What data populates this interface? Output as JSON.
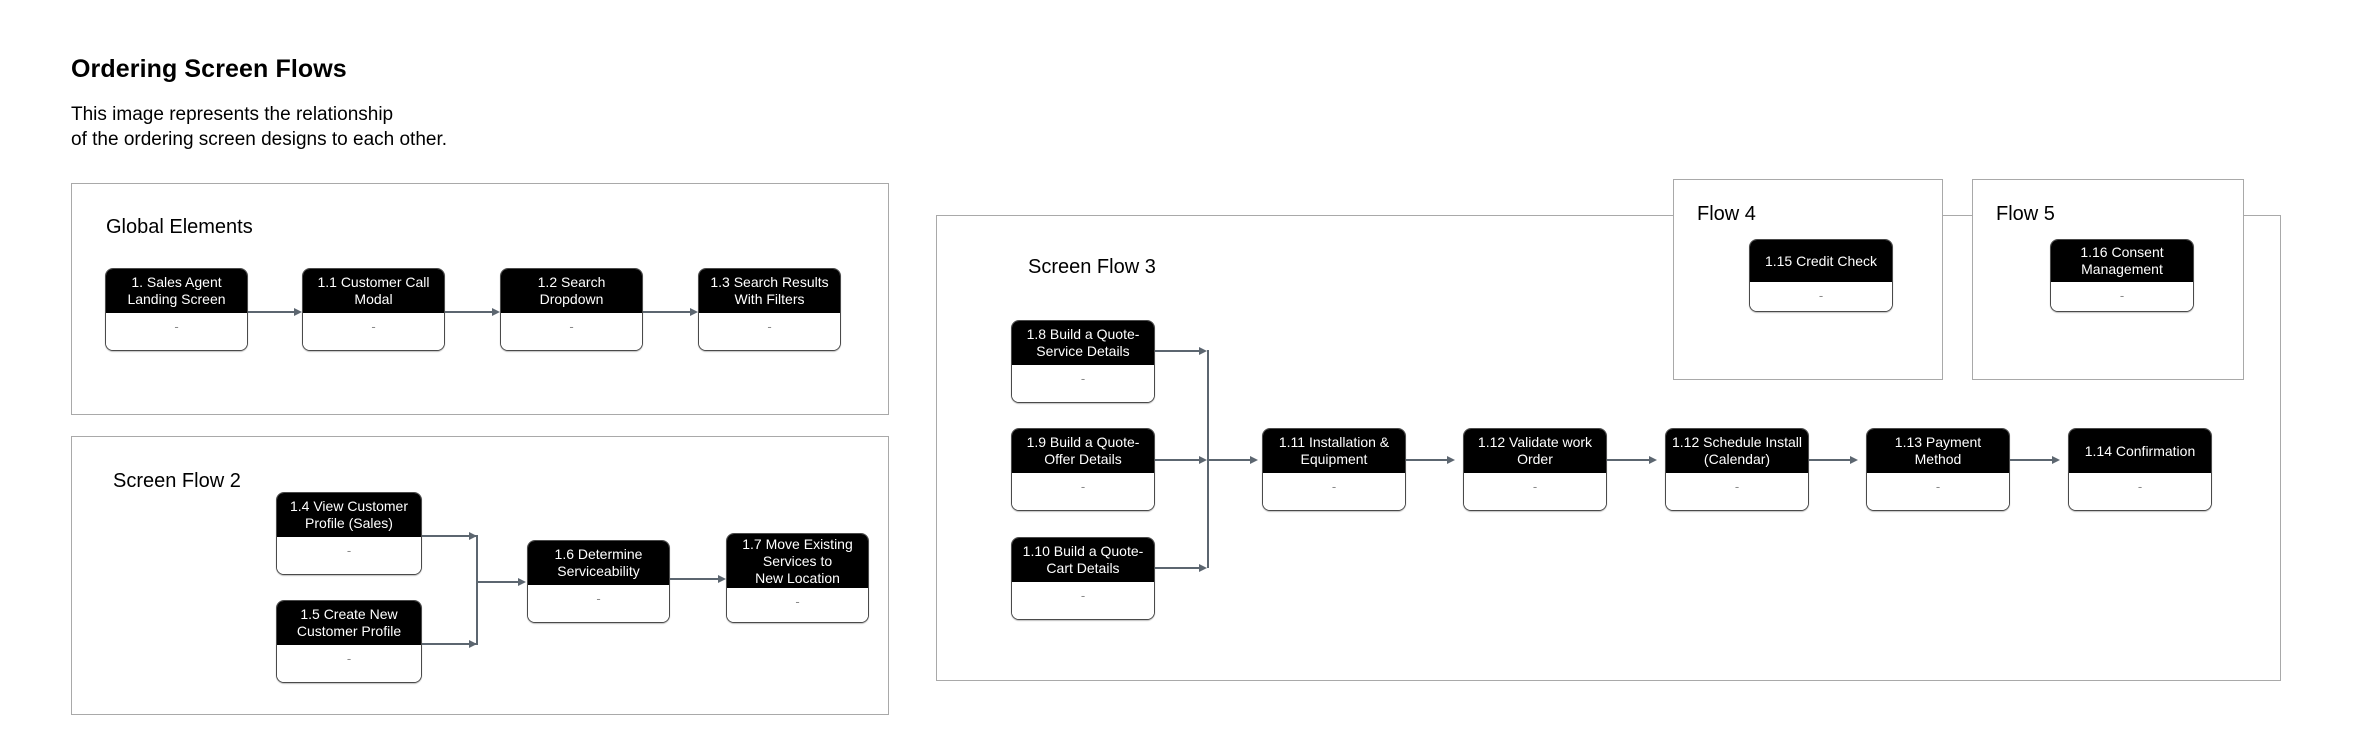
{
  "header": {
    "title": "Ordering Screen Flows",
    "subtitle": "This image represents the relationship\nof the ordering screen designs to each other."
  },
  "panels": {
    "global_elements": {
      "title": "Global Elements"
    },
    "screen_flow_2": {
      "title": "Screen Flow 2"
    },
    "screen_flow_3": {
      "title": "Screen Flow 3"
    },
    "flow_4": {
      "title": "Flow 4"
    },
    "flow_5": {
      "title": "Flow 5"
    }
  },
  "body_placeholder": "-",
  "nodes": {
    "n1": {
      "title": "1. Sales Agent\nLanding Screen",
      "body": "-"
    },
    "n1_1": {
      "title": "1.1 Customer Call\nModal",
      "body": "-"
    },
    "n1_2": {
      "title": "1.2 Search Dropdown",
      "body": "-"
    },
    "n1_3": {
      "title": "1.3 Search Results\nWith Filters",
      "body": "-"
    },
    "n1_4": {
      "title": "1.4 View Customer\nProfile (Sales)",
      "body": "-"
    },
    "n1_5": {
      "title": "1.5 Create New\nCustomer Profile",
      "body": "-"
    },
    "n1_6": {
      "title": "1.6 Determine\nServiceability",
      "body": "-"
    },
    "n1_7": {
      "title": "1.7 Move Existing\nServices to\nNew Location",
      "body": "-"
    },
    "n1_8": {
      "title": "1.8 Build a Quote-\nService Details",
      "body": "-"
    },
    "n1_9": {
      "title": "1.9 Build a Quote-\nOffer Details",
      "body": "-"
    },
    "n1_10": {
      "title": "1.10 Build a Quote-\nCart Details",
      "body": "-"
    },
    "n1_11": {
      "title": "1.11 Installation &\nEquipment",
      "body": "-"
    },
    "n1_12": {
      "title": "1.12 Validate work\nOrder",
      "body": "-"
    },
    "n1_12b": {
      "title": "1.12 Schedule Install\n(Calendar)",
      "body": "-"
    },
    "n1_13": {
      "title": "1.13 Payment\nMethod",
      "body": "-"
    },
    "n1_14": {
      "title": "1.14 Confirmation",
      "body": "-"
    },
    "n1_15": {
      "title": "1.15 Credit Check",
      "body": "-"
    },
    "n1_16": {
      "title": "1.16 Consent\nManagement",
      "body": "-"
    }
  },
  "colors": {
    "node_header_bg": "#000000",
    "node_header_text": "#ffffff",
    "node_body_bg": "#ffffff",
    "node_border": "#4a4a4a",
    "panel_border": "#a9a9a9",
    "connector": "#5c6670",
    "canvas_bg": "#ffffff"
  }
}
